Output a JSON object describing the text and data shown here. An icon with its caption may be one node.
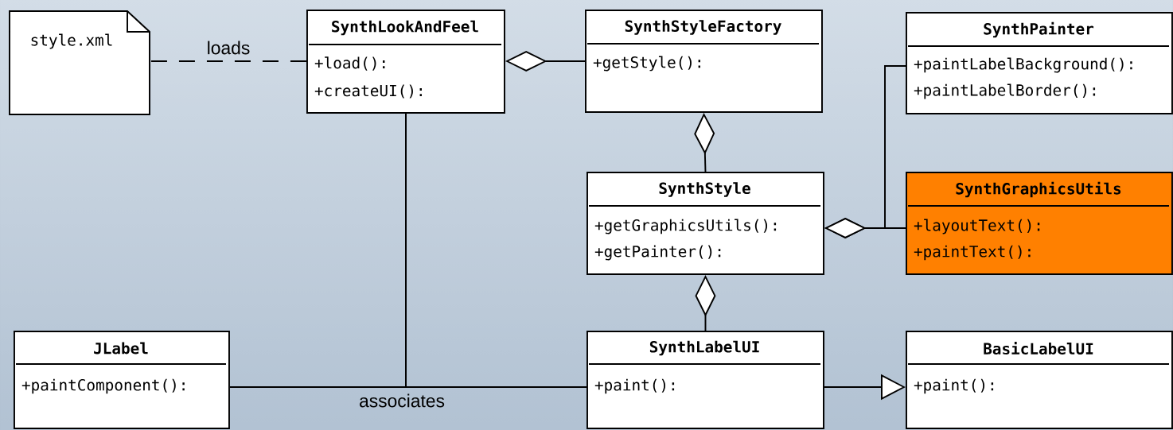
{
  "diagram": {
    "nodes": [
      {
        "text": [
          "style.xml"
        ]
      },
      {
        "text": [
          "SynthLookAndFeel",
          "+load():",
          "+createUI():"
        ]
      },
      {
        "text": [
          "SynthStyleFactory",
          "+getStyle():"
        ]
      },
      {
        "text": [
          "SynthPainter",
          "+paintLabelBackground():",
          "+paintLabelBorder():"
        ]
      },
      {
        "text": [
          "SynthStyle",
          "+getGraphicsUtils():",
          "+getPainter():"
        ]
      },
      {
        "text": [
          "SynthGraphicsUtils",
          "+layoutText():",
          "+paintText():"
        ]
      },
      {
        "text": [
          "JLabel",
          "+paintComponent():"
        ]
      },
      {
        "text": [
          "SynthLabelUI",
          "+paint():"
        ]
      },
      {
        "text": [
          "BasicLabelUI",
          "+paint():"
        ]
      }
    ],
    "edges": [
      {
        "from": 0,
        "to": 1,
        "arrow": "none",
        "label": "loads",
        "style": "dashed"
      },
      {
        "from": 2,
        "to": 1,
        "arrow": "other"
      },
      {
        "from": 4,
        "to": 2,
        "arrow": "other"
      },
      {
        "from": 3,
        "to": 4,
        "arrow": "other"
      },
      {
        "from": 5,
        "to": 4,
        "arrow": "other"
      },
      {
        "from": 7,
        "to": 4,
        "arrow": "other"
      },
      {
        "from": 6,
        "to": 7,
        "arrow": "none",
        "label": "associates"
      },
      {
        "from": 1,
        "to": 6,
        "arrow": "none"
      },
      {
        "from": 1,
        "to": 7,
        "arrow": "none"
      },
      {
        "from": 7,
        "to": 8,
        "arrow": "to"
      }
    ]
  }
}
